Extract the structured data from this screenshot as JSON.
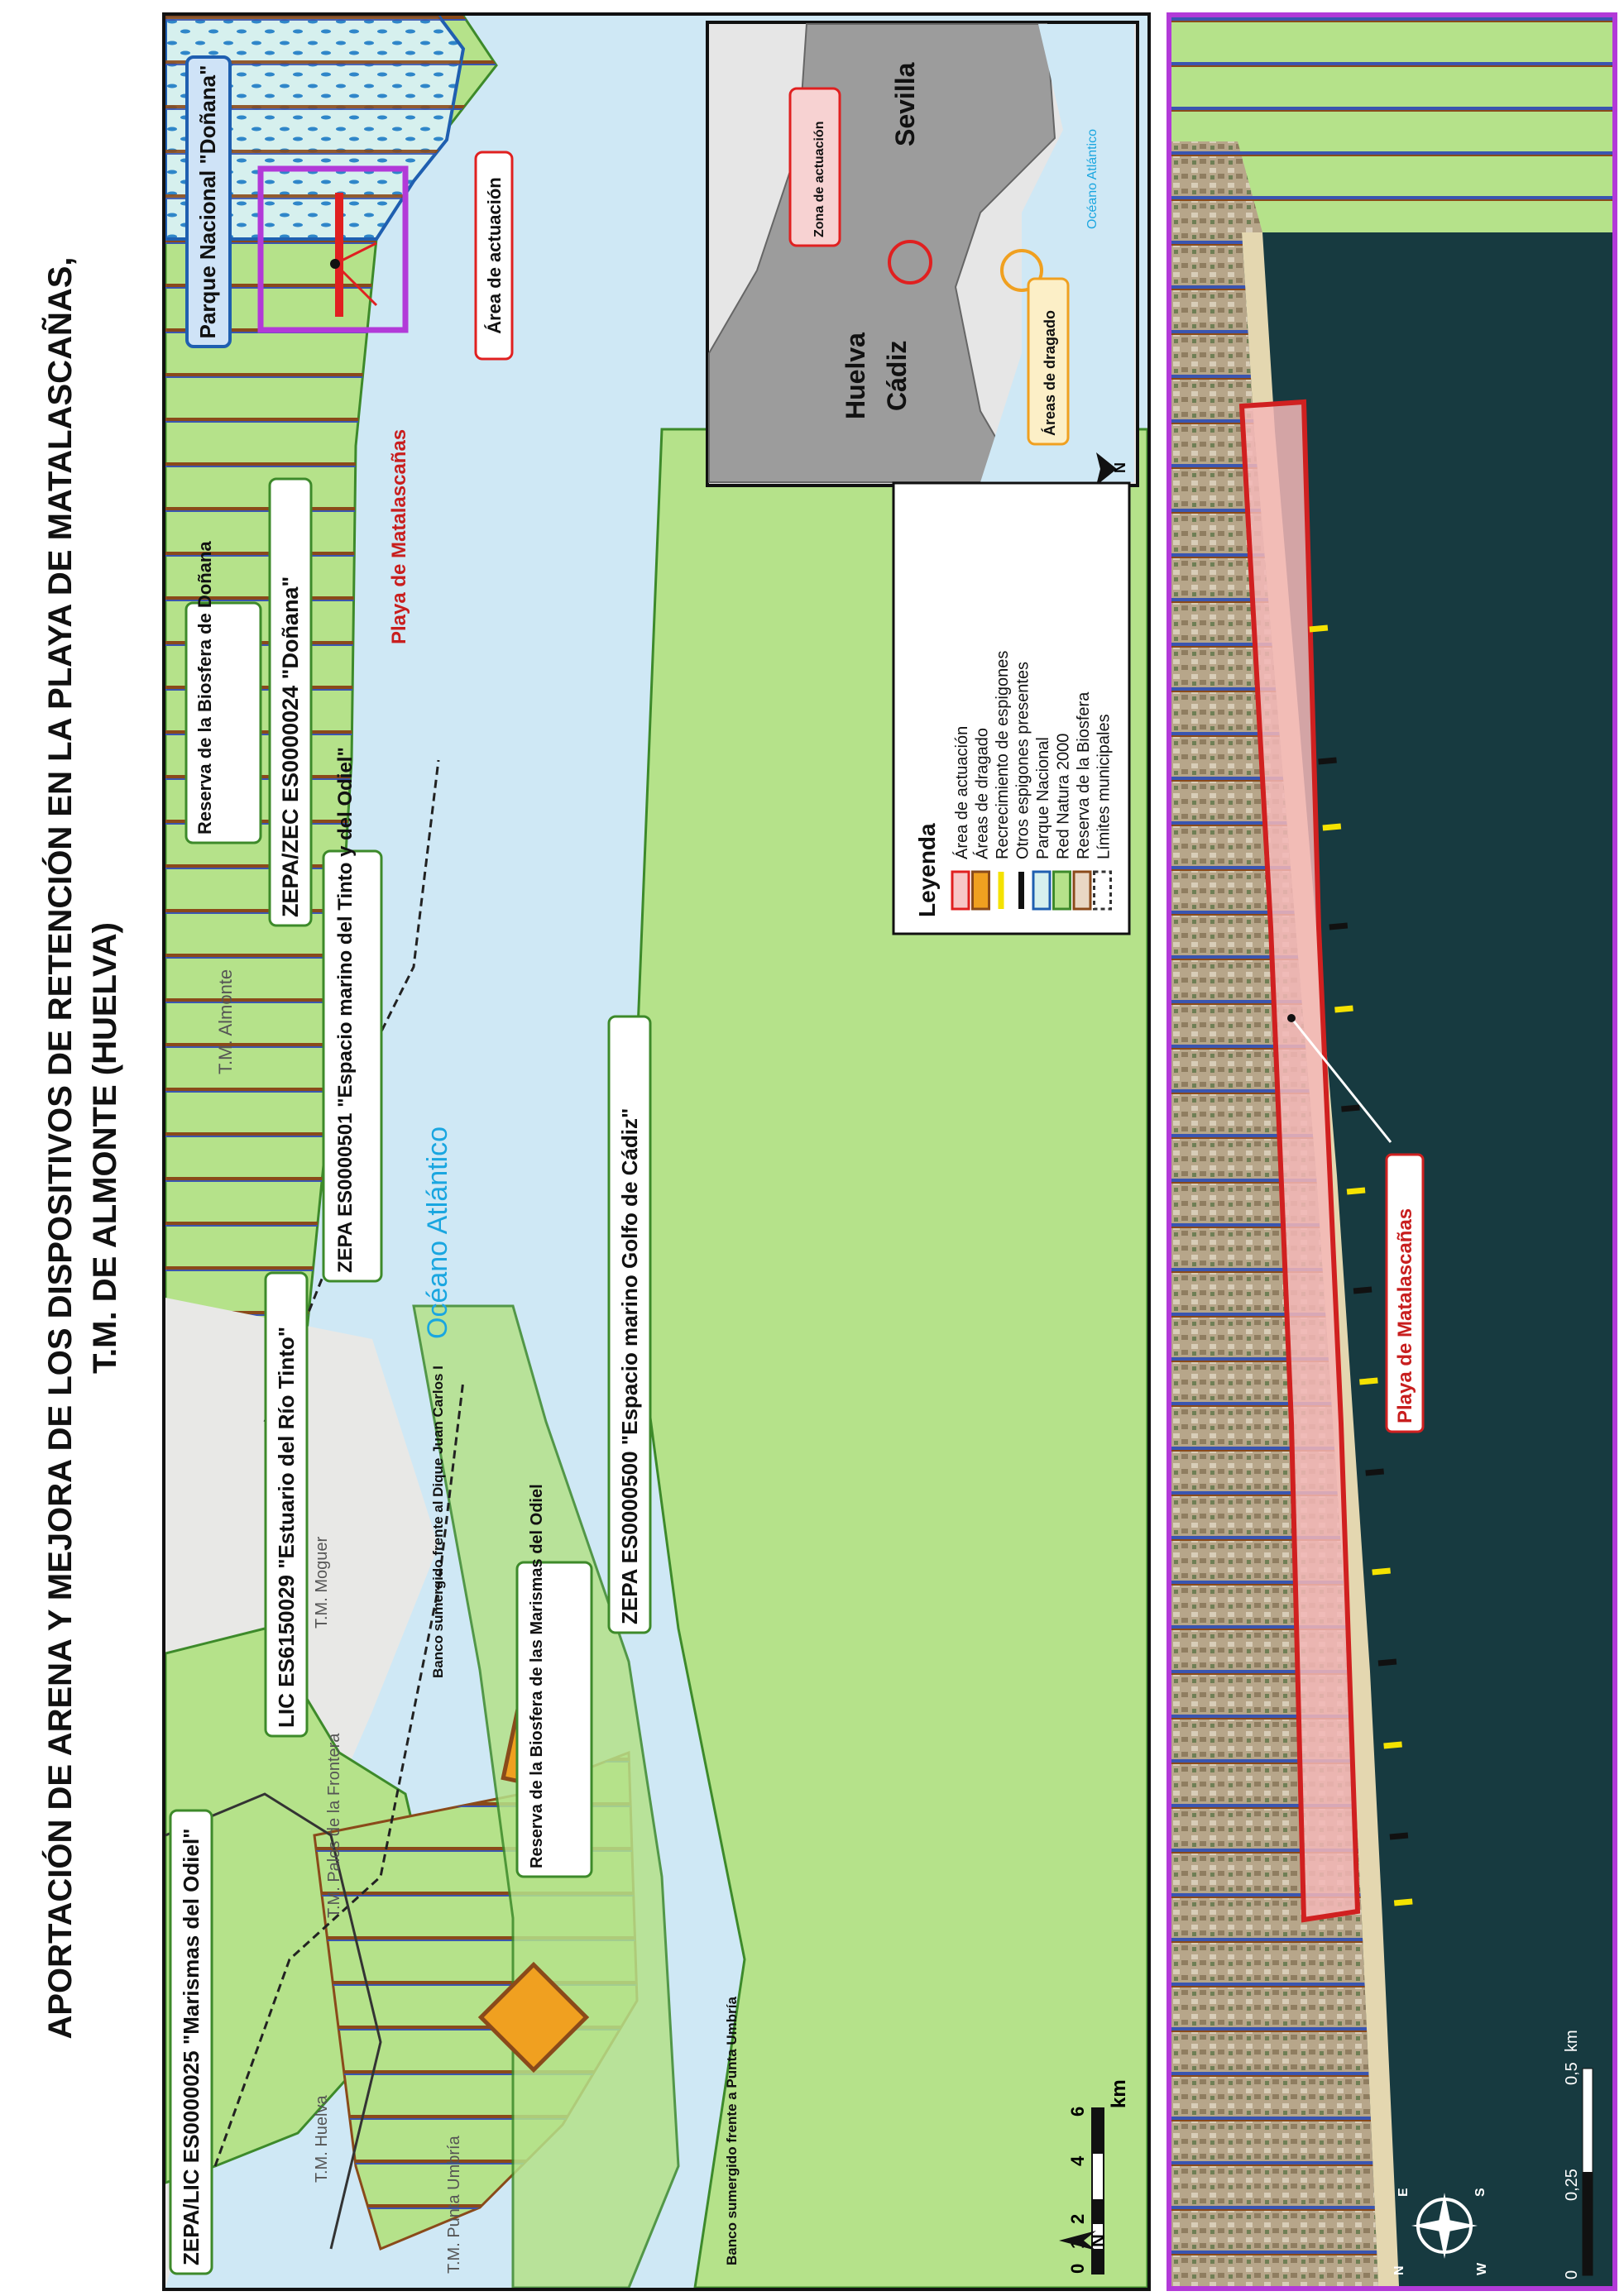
{
  "title": {
    "line1": "APORTACIÓN DE ARENA Y MEJORA DE LOS DISPOSITIVOS DE RETENCIÓN EN LA PLAYA DE MATALASCAÑAS,",
    "line2": "T.M. DE ALMONTE (HUELVA)"
  },
  "main_map": {
    "labels": {
      "parque_nacional": "Parque Nacional \"Doñana\"",
      "area_actuacion": "Área de actuación",
      "playa": "Playa de Matalascañas",
      "reserva_donana": "Reserva de la Biosfera de Doñana",
      "zepa_donana": "ZEPA/ZEC ES0000024 \"Doñana\"",
      "tm_almonte": "T.M. Almonte",
      "zepa_tinto_odiel": "ZEPA ES0000501 \"Espacio marino del Tinto y del Odiel\"",
      "oceano": "Océano Atlántico",
      "zepa_golfo": "ZEPA ES0000500 \"Espacio marino Golfo de Cádiz\"",
      "lic_tinto": "LIC ES6150029 \"Estuario del Río Tinto\"",
      "banco_juan_carlos": "Banco sumergido frente al Dique Juan Carlos I",
      "tm_moguer": "T.M. Moguer",
      "reserva_odiel": "Reserva de la Biosfera de las Marismas del Odiel",
      "tm_palos": "T.M. Palos de la Frontera",
      "zepa_odiel": "ZEPA/LIC ES0000025 \"Marismas del Odiel\"",
      "tm_huelva": "T.M. Huelva",
      "tm_punta_umbria": "T.M. Punta Umbría",
      "banco_punta_umbria": "Banco sumergido frente a Punta Umbría"
    },
    "scale_bar": {
      "ticks": [
        "0",
        "1",
        "2",
        "4",
        "6"
      ],
      "unit": "km"
    },
    "north": "N"
  },
  "inset_map": {
    "labels": {
      "sevilla": "Sevilla",
      "cadiz": "Cádiz",
      "huelva": "Huelva",
      "zona": "Zona de actuación",
      "areas_dragado": "Áreas de dragado",
      "oceano": "Océano Atlántico"
    },
    "north": "N"
  },
  "legend": {
    "title": "Leyenda",
    "items": [
      {
        "label": "Área de actuación",
        "symbol": "red-box"
      },
      {
        "label": "Áreas de dragado",
        "symbol": "orange-box"
      },
      {
        "label": "Recrecimiento de espigones",
        "symbol": "yellow-line"
      },
      {
        "label": "Otros espigones presentes",
        "symbol": "black-line"
      },
      {
        "label": "Parque Nacional",
        "symbol": "blue-dots"
      },
      {
        "label": "Red Natura 2000",
        "symbol": "green-box"
      },
      {
        "label": "Reserva de la Biosfera",
        "symbol": "hatch"
      },
      {
        "label": "Límites municipales",
        "symbol": "dashed"
      }
    ]
  },
  "detail_map": {
    "playa": "Playa de Matalascañas",
    "scale_bar": {
      "ticks": [
        "0",
        "0,25",
        "0,5"
      ],
      "unit": "km"
    },
    "compass": [
      "N",
      "E",
      "S",
      "W"
    ]
  },
  "colors": {
    "red_natura": "#b5e28a",
    "sea": "#cfe8f5",
    "area_actuacion": "#e02020",
    "dragado": "#f0a020",
    "parque_nacional": "#1f6fc0",
    "hatch_blue": "#3a55b0",
    "hatch_brown": "#8a4a1a",
    "frame_purple": "#b23ad8"
  }
}
